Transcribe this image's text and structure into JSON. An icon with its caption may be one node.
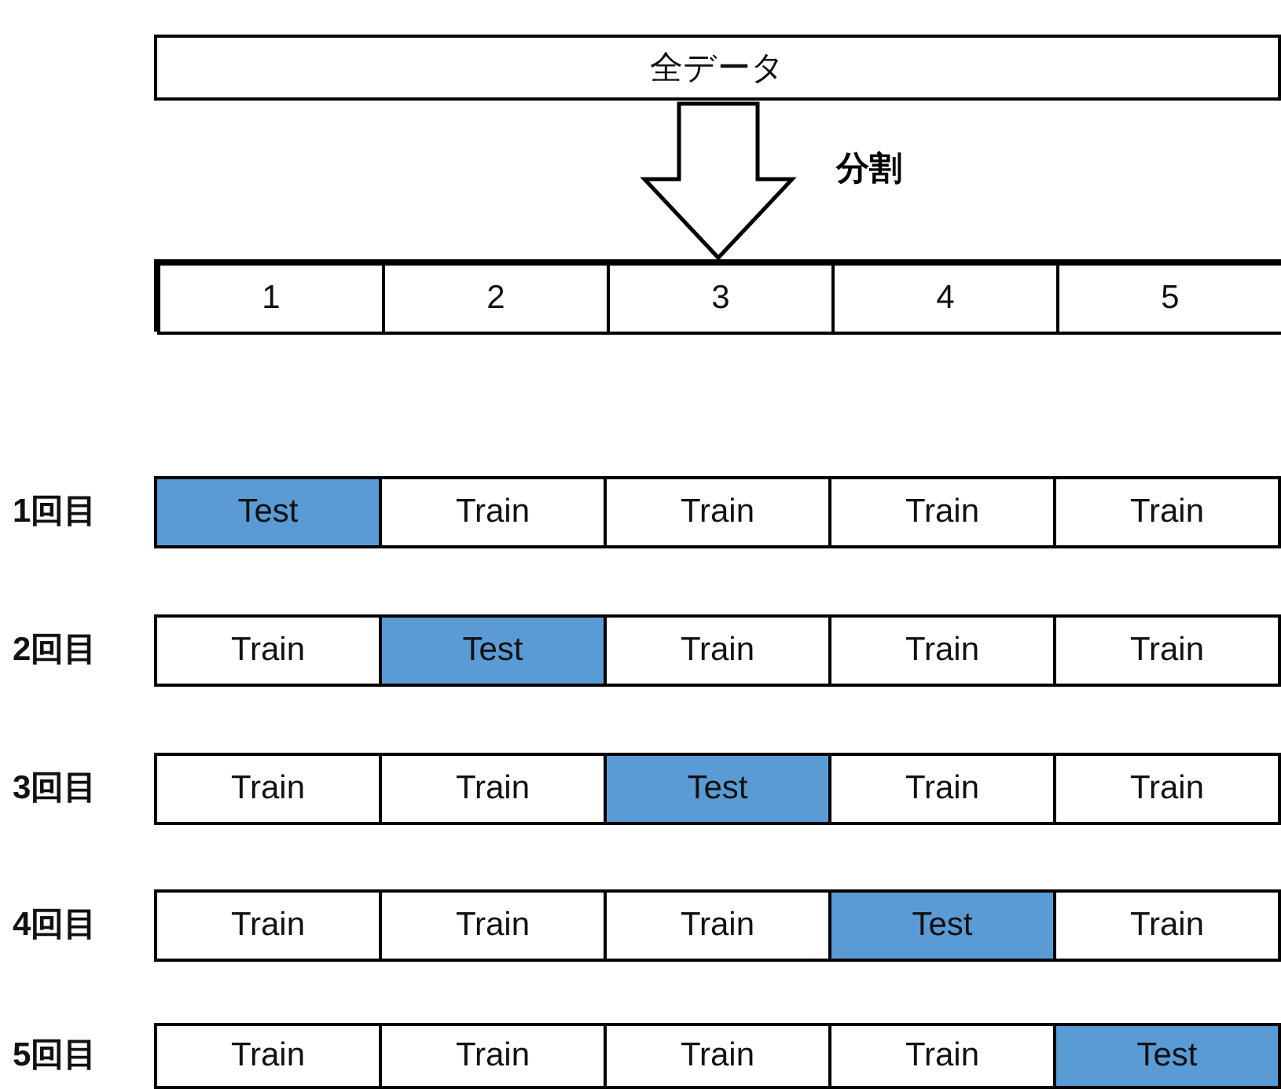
{
  "diagram": {
    "nodes": [
      {
        "text": [
          "全データ"
        ]
      },
      {
        "text": [],
        "shape": "box"
      },
      {
        "text": [
          "1"
        ],
        "in": 1
      },
      {
        "text": [
          "2"
        ],
        "in": 1
      },
      {
        "text": [
          "3"
        ],
        "in": 1
      },
      {
        "text": [
          "4"
        ],
        "in": 1
      },
      {
        "text": [
          "5"
        ],
        "in": 1
      },
      {
        "text": [
          "1回目"
        ]
      },
      {
        "text": [
          "Test"
        ],
        "in": 7
      },
      {
        "text": [
          "Train"
        ],
        "in": 7
      },
      {
        "text": [
          "Train"
        ],
        "in": 7
      },
      {
        "text": [
          "Train"
        ],
        "in": 7
      },
      {
        "text": [
          "Train"
        ],
        "in": 7
      },
      {
        "text": [
          "2回目"
        ]
      },
      {
        "text": [
          "Train"
        ],
        "in": 13
      },
      {
        "text": [
          "Test"
        ],
        "in": 13
      },
      {
        "text": [
          "Train"
        ],
        "in": 13
      },
      {
        "text": [
          "Train"
        ],
        "in": 13
      },
      {
        "text": [
          "Train"
        ],
        "in": 13
      },
      {
        "text": [
          "3回目"
        ]
      },
      {
        "text": [
          "Train"
        ],
        "in": 19
      },
      {
        "text": [
          "Train"
        ],
        "in": 19
      },
      {
        "text": [
          "Test"
        ],
        "in": 19
      },
      {
        "text": [
          "Train"
        ],
        "in": 19
      },
      {
        "text": [
          "Train"
        ],
        "in": 19
      },
      {
        "text": [
          "4回目"
        ]
      },
      {
        "text": [
          "Train"
        ],
        "in": 25
      },
      {
        "text": [
          "Train"
        ],
        "in": 25
      },
      {
        "text": [
          "Train"
        ],
        "in": 25
      },
      {
        "text": [
          "Test"
        ],
        "in": 25
      },
      {
        "text": [
          "Train"
        ],
        "in": 25
      },
      {
        "text": [
          "5回目"
        ]
      },
      {
        "text": [
          "Train"
        ],
        "in": 31
      },
      {
        "text": [
          "Train"
        ],
        "in": 31
      },
      {
        "text": [
          "Train"
        ],
        "in": 31
      },
      {
        "text": [
          "Train"
        ],
        "in": 31
      },
      {
        "text": [
          "Test"
        ],
        "in": 31
      }
    ],
    "edges": [
      {
        "from": 0,
        "to": 1,
        "arrow": "to",
        "label": "分割"
      }
    ]
  }
}
